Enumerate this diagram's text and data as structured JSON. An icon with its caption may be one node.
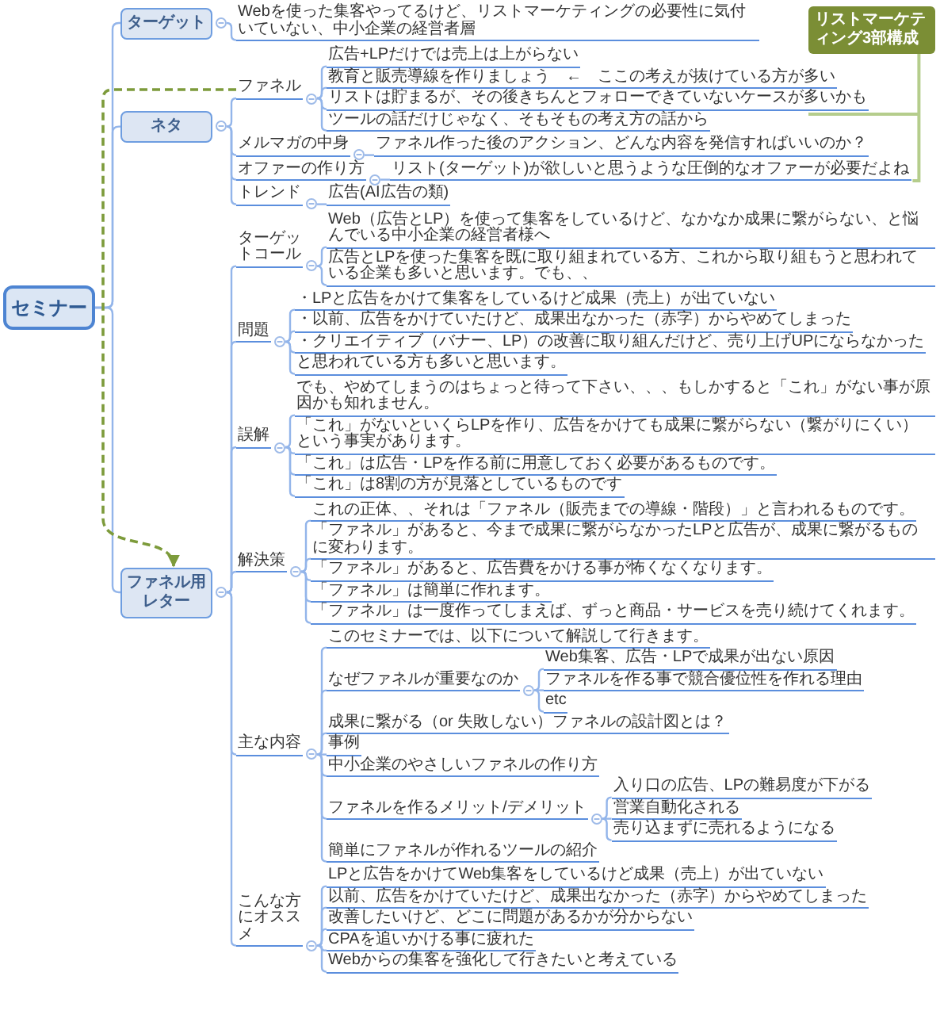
{
  "diagram": {
    "nodes": [
      {
        "text": [
          "セミナー"
        ]
      },
      {
        "text": [
          "ターゲット"
        ]
      },
      {
        "text": [
          "Webを使った集客やってるけど、リストマーケティングの必要性に気付いていない、中小企業の経営者層"
        ]
      },
      {
        "text": [
          "ネタ"
        ]
      },
      {
        "text": [
          "ファネル"
        ]
      },
      {
        "text": [
          "広告+LPだけでは売上は上がらない"
        ]
      },
      {
        "text": [
          "教育と販売導線を作りましょう　←　ここの考えが抜けている方が多い"
        ]
      },
      {
        "text": [
          "リストは貯まるが、その後きちんとフォローできていないケースが多いかも"
        ]
      },
      {
        "text": [
          "ツールの話だけじゃなく、そもそもの考え方の話から"
        ]
      },
      {
        "text": [
          "メルマガの中身"
        ]
      },
      {
        "text": [
          "ファネル作った後のアクション、どんな内容を発信すればいいのか？"
        ]
      },
      {
        "text": [
          "オファーの作り方"
        ]
      },
      {
        "text": [
          "リスト(ターゲット)が欲しいと思うような圧倒的なオファーが必要だよね"
        ]
      },
      {
        "text": [
          "トレンド"
        ]
      },
      {
        "text": [
          "広告(AI広告の類)"
        ]
      },
      {
        "text": [
          "リストマーケティング3部構成"
        ]
      },
      {
        "text": [
          "ファネル用レター"
        ]
      },
      {
        "text": [
          "ターゲットコール"
        ]
      },
      {
        "text": [
          "Web（広告とLP）を使って集客をしているけど、なかなか成果に繋がらない、と悩んでいる中小企業の経営者様へ"
        ]
      },
      {
        "text": [
          "広告とLPを使った集客を既に取り組まれている方、これから取り組もうと思われている企業も多いと思います。でも、、"
        ]
      },
      {
        "text": [
          "問題"
        ]
      },
      {
        "text": [
          "・LPと広告をかけて集客をしているけど成果（売上）が出ていない"
        ]
      },
      {
        "text": [
          "・以前、広告をかけていたけど、成果出なかった（赤字）からやめてしまった"
        ]
      },
      {
        "text": [
          "・クリエイティブ（バナー、LP）の改善に取り組んだけど、売り上げUPにならなかった"
        ]
      },
      {
        "text": [
          "と思われている方も多いと思います。"
        ]
      },
      {
        "text": [
          "誤解"
        ]
      },
      {
        "text": [
          "でも、やめてしまうのはちょっと待って下さい、、、もしかすると「これ」がない事が原因かも知れません。"
        ]
      },
      {
        "text": [
          "「これ」がないといくらLPを作り、広告をかけても成果に繋がらない（繋がりにくい）という事実があります。"
        ]
      },
      {
        "text": [
          "「これ」は広告・LPを作る前に用意しておく必要があるものです。"
        ]
      },
      {
        "text": [
          "「これ」は8割の方が見落としているものです"
        ]
      },
      {
        "text": [
          "解決策"
        ]
      },
      {
        "text": [
          "これの正体、、それは「ファネル（販売までの導線・階段）」と言われるものです。"
        ]
      },
      {
        "text": [
          "「ファネル」があると、今まで成果に繋がらなかったLPと広告が、成果に繋がるものに変わります。"
        ]
      },
      {
        "text": [
          "「ファネル」があると、広告費をかける事が怖くなくなります。"
        ]
      },
      {
        "text": [
          "「ファネル」は簡単に作れます。"
        ]
      },
      {
        "text": [
          "「ファネル」は一度作ってしまえば、ずっと商品・サービスを売り続けてくれます。"
        ]
      },
      {
        "text": [
          "主な内容"
        ]
      },
      {
        "text": [
          "このセミナーでは、以下について解説して行きます。"
        ]
      },
      {
        "text": [
          "なぜファネルが重要なのか"
        ]
      },
      {
        "text": [
          "Web集客、広告・LPで成果が出ない原因"
        ]
      },
      {
        "text": [
          "ファネルを作る事で競合優位性を作れる理由"
        ]
      },
      {
        "text": [
          "etc"
        ]
      },
      {
        "text": [
          "成果に繋がる（or 失敗しない）ファネルの設計図とは？"
        ]
      },
      {
        "text": [
          "事例"
        ]
      },
      {
        "text": [
          "中小企業のやさしいファネルの作り方"
        ]
      },
      {
        "text": [
          "ファネルを作るメリット/デメリット"
        ]
      },
      {
        "text": [
          "入り口の広告、LPの難易度が下がる"
        ]
      },
      {
        "text": [
          "営業自動化される"
        ]
      },
      {
        "text": [
          "売り込まずに売れるようになる"
        ]
      },
      {
        "text": [
          "簡単にファネルが作れるツールの紹介"
        ]
      },
      {
        "text": [
          "こんな方にオススメ"
        ]
      },
      {
        "text": [
          "LPと広告をかけてWeb集客をしているけど成果（売上）が出ていない"
        ]
      },
      {
        "text": [
          "以前、広告をかけていたけど、成果出なかった（赤字）からやめてしまった"
        ]
      },
      {
        "text": [
          "改善したいけど、どこに問題があるかが分からない"
        ]
      },
      {
        "text": [
          "CPAを追いかける事に疲れた"
        ]
      },
      {
        "text": [
          "Webからの集客を強化して行きたいと考えている"
        ]
      }
    ],
    "edges": [
      {
        "from": 0,
        "to": 1,
        "arrow": "none"
      },
      {
        "from": 0,
        "to": 3,
        "arrow": "none"
      },
      {
        "from": 0,
        "to": 16,
        "arrow": "none"
      },
      {
        "from": 1,
        "to": 2,
        "arrow": "none"
      },
      {
        "from": 3,
        "to": 4,
        "arrow": "none"
      },
      {
        "from": 3,
        "to": 9,
        "arrow": "none"
      },
      {
        "from": 3,
        "to": 11,
        "arrow": "none"
      },
      {
        "from": 3,
        "to": 13,
        "arrow": "none"
      },
      {
        "from": 4,
        "to": 5,
        "arrow": "none"
      },
      {
        "from": 4,
        "to": 6,
        "arrow": "none"
      },
      {
        "from": 4,
        "to": 7,
        "arrow": "none"
      },
      {
        "from": 4,
        "to": 8,
        "arrow": "none"
      },
      {
        "from": 9,
        "to": 10,
        "arrow": "none"
      },
      {
        "from": 11,
        "to": 12,
        "arrow": "none"
      },
      {
        "from": 13,
        "to": 14,
        "arrow": "none"
      },
      {
        "from": 4,
        "to": 16,
        "arrow": "to",
        "style": "dashed",
        "color": "#7d9b3b"
      },
      {
        "from": 16,
        "to": 17,
        "arrow": "none"
      },
      {
        "from": 16,
        "to": 20,
        "arrow": "none"
      },
      {
        "from": 16,
        "to": 25,
        "arrow": "none"
      },
      {
        "from": 16,
        "to": 30,
        "arrow": "none"
      },
      {
        "from": 16,
        "to": 36,
        "arrow": "none"
      },
      {
        "from": 16,
        "to": 50,
        "arrow": "none"
      },
      {
        "from": 17,
        "to": 18,
        "arrow": "none"
      },
      {
        "from": 17,
        "to": 19,
        "arrow": "none"
      },
      {
        "from": 20,
        "to": 21,
        "arrow": "none"
      },
      {
        "from": 20,
        "to": 22,
        "arrow": "none"
      },
      {
        "from": 20,
        "to": 23,
        "arrow": "none"
      },
      {
        "from": 20,
        "to": 24,
        "arrow": "none"
      },
      {
        "from": 25,
        "to": 26,
        "arrow": "none"
      },
      {
        "from": 25,
        "to": 27,
        "arrow": "none"
      },
      {
        "from": 25,
        "to": 28,
        "arrow": "none"
      },
      {
        "from": 25,
        "to": 29,
        "arrow": "none"
      },
      {
        "from": 30,
        "to": 31,
        "arrow": "none"
      },
      {
        "from": 30,
        "to": 32,
        "arrow": "none"
      },
      {
        "from": 30,
        "to": 33,
        "arrow": "none"
      },
      {
        "from": 30,
        "to": 34,
        "arrow": "none"
      },
      {
        "from": 30,
        "to": 35,
        "arrow": "none"
      },
      {
        "from": 36,
        "to": 37,
        "arrow": "none"
      },
      {
        "from": 36,
        "to": 38,
        "arrow": "none"
      },
      {
        "from": 36,
        "to": 42,
        "arrow": "none"
      },
      {
        "from": 36,
        "to": 43,
        "arrow": "none"
      },
      {
        "from": 36,
        "to": 44,
        "arrow": "none"
      },
      {
        "from": 36,
        "to": 45,
        "arrow": "none"
      },
      {
        "from": 36,
        "to": 49,
        "arrow": "none"
      },
      {
        "from": 38,
        "to": 39,
        "arrow": "none"
      },
      {
        "from": 38,
        "to": 40,
        "arrow": "none"
      },
      {
        "from": 38,
        "to": 41,
        "arrow": "none"
      },
      {
        "from": 45,
        "to": 46,
        "arrow": "none"
      },
      {
        "from": 45,
        "to": 47,
        "arrow": "none"
      },
      {
        "from": 45,
        "to": 48,
        "arrow": "none"
      },
      {
        "from": 50,
        "to": 51,
        "arrow": "none"
      },
      {
        "from": 50,
        "to": 52,
        "arrow": "none"
      },
      {
        "from": 50,
        "to": 53,
        "arrow": "none"
      },
      {
        "from": 50,
        "to": 54,
        "arrow": "none"
      },
      {
        "from": 50,
        "to": 55,
        "arrow": "none"
      }
    ]
  }
}
